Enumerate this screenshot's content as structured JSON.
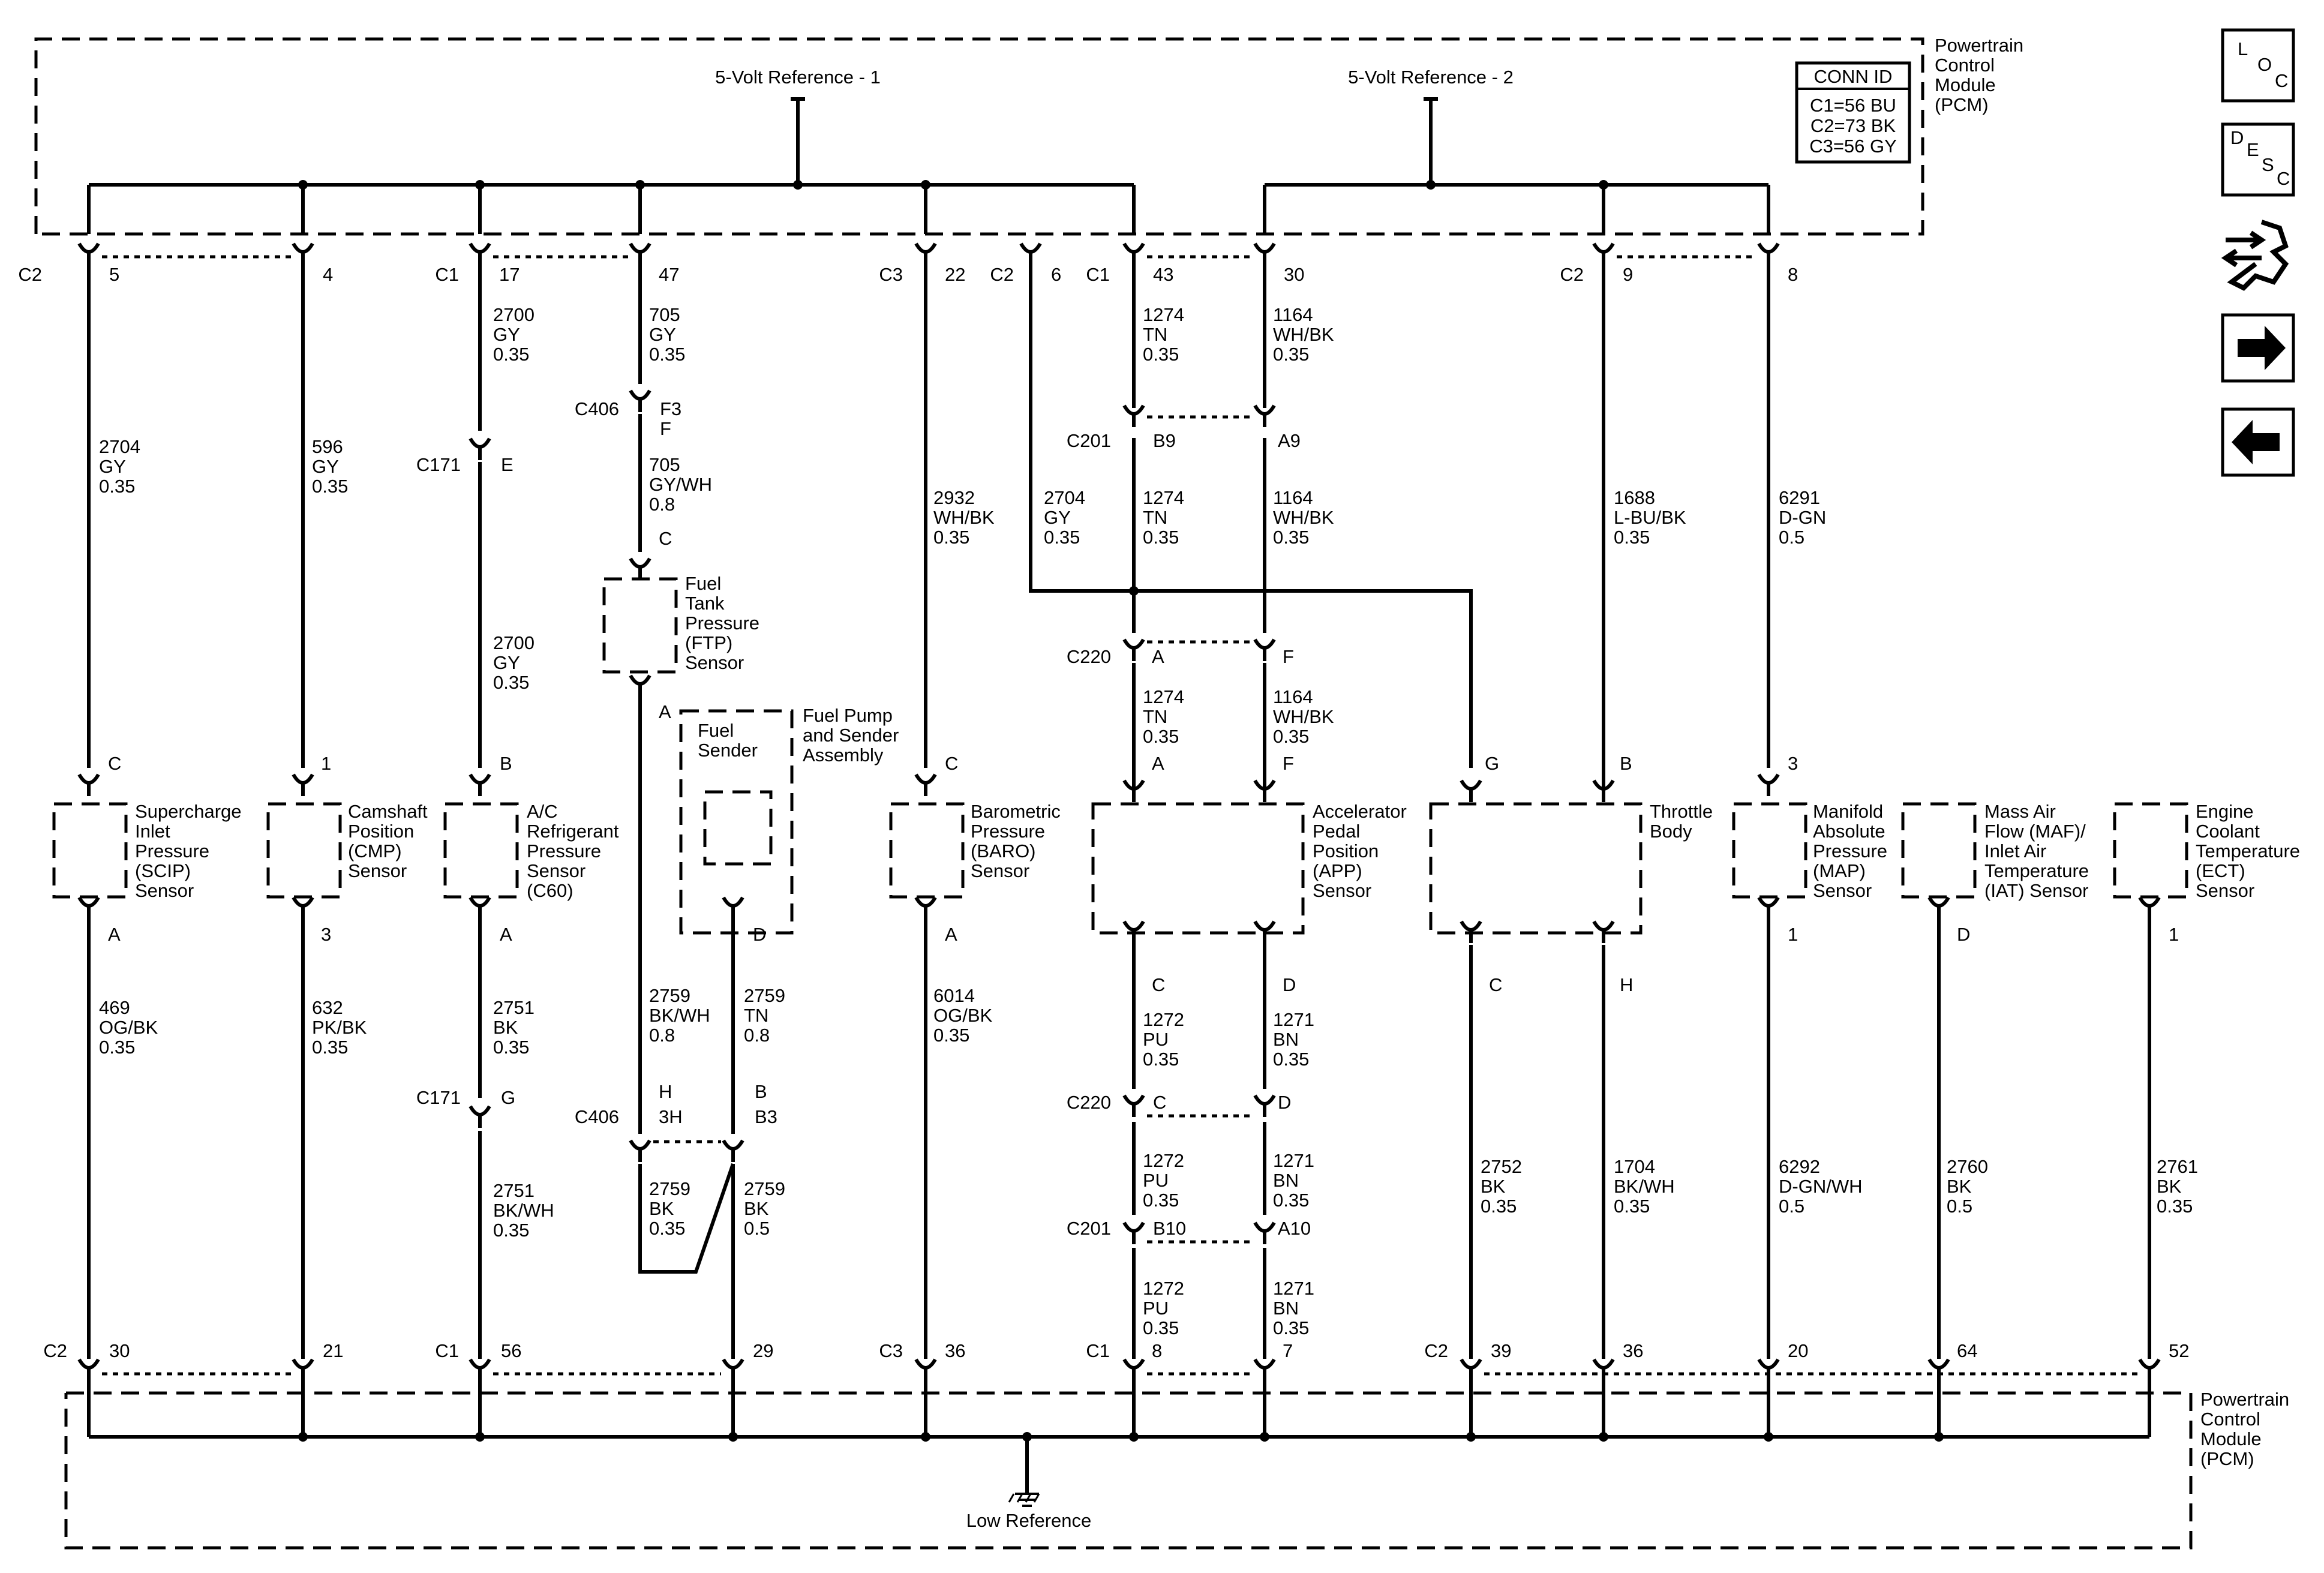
{
  "pcm_top": {
    "l1": "Powertrain",
    "l2": "Control",
    "l3": "Module",
    "l4": "(PCM)"
  },
  "pcm_bot": {
    "l1": "Powertrain",
    "l2": "Control",
    "l3": "Module",
    "l4": "(PCM)"
  },
  "ref1": "5-Volt Reference - 1",
  "ref2": "5-Volt Reference - 2",
  "low_ref": "Low Reference",
  "conn_id": {
    "title": "CONN ID",
    "c1": "C1=56 BU",
    "c2": "C2=73 BK",
    "c3": "C3=56 GY"
  },
  "nav": {
    "loc": {
      "l": "L",
      "o": "O",
      "c": "C"
    },
    "desc": {
      "d": "D",
      "e": "E",
      "s": "S",
      "c": "C"
    }
  },
  "components": {
    "scip": [
      "Supercharge",
      "Inlet",
      "Pressure",
      "(SCIP)",
      "Sensor"
    ],
    "cmp": [
      "Camshaft",
      "Position",
      "(CMP)",
      "Sensor"
    ],
    "ac": [
      "A/C",
      "Refrigerant",
      "Pressure",
      "Sensor",
      "(C60)"
    ],
    "ftp": [
      "Fuel",
      "Tank",
      "Pressure",
      "(FTP)",
      "Sensor"
    ],
    "fuel_pump": [
      "Fuel Pump",
      "and Sender",
      "Assembly"
    ],
    "fuel_sender": [
      "Fuel",
      "Sender"
    ],
    "baro": [
      "Barometric",
      "Pressure",
      "(BARO)",
      "Sensor"
    ],
    "app": [
      "Accelerator",
      "Pedal",
      "Position",
      "(APP)",
      "Sensor"
    ],
    "throttle": [
      "Throttle",
      "Body"
    ],
    "map": [
      "Manifold",
      "Absolute",
      "Pressure",
      "(MAP)",
      "Sensor"
    ],
    "maf": [
      "Mass Air",
      "Flow (MAF)/",
      "Inlet Air",
      "Temperature",
      "(IAT) Sensor"
    ],
    "ect": [
      "Engine",
      "Coolant",
      "Temperature",
      "(ECT)",
      "Sensor"
    ]
  },
  "wires": {
    "w2704a": [
      "2704",
      "GY",
      "0.35"
    ],
    "w596": [
      "596",
      "GY",
      "0.35"
    ],
    "w2700a": [
      "2700",
      "GY",
      "0.35"
    ],
    "w2700b": [
      "2700",
      "GY",
      "0.35"
    ],
    "w705a": [
      "705",
      "GY",
      "0.35"
    ],
    "w705b": [
      "705",
      "GY/WH",
      "0.8"
    ],
    "w2932": [
      "2932",
      "WH/BK",
      "0.35"
    ],
    "w2704b": [
      "2704",
      "GY",
      "0.35"
    ],
    "w1274a": [
      "1274",
      "TN",
      "0.35"
    ],
    "w1274b": [
      "1274",
      "TN",
      "0.35"
    ],
    "w1274c": [
      "1274",
      "TN",
      "0.35"
    ],
    "w1164a": [
      "1164",
      "WH/BK",
      "0.35"
    ],
    "w1164b": [
      "1164",
      "WH/BK",
      "0.35"
    ],
    "w1164c": [
      "1164",
      "WH/BK",
      "0.35"
    ],
    "w1688": [
      "1688",
      "L-BU/BK",
      "0.35"
    ],
    "w6291": [
      "6291",
      "D-GN",
      "0.5"
    ],
    "w469": [
      "469",
      "OG/BK",
      "0.35"
    ],
    "w632": [
      "632",
      "PK/BK",
      "0.35"
    ],
    "w2751a": [
      "2751",
      "BK",
      "0.35"
    ],
    "w2751b": [
      "2751",
      "BK/WH",
      "0.35"
    ],
    "w2759a": [
      "2759",
      "BK/WH",
      "0.8"
    ],
    "w2759b": [
      "2759",
      "TN",
      "0.8"
    ],
    "w2759c": [
      "2759",
      "BK",
      "0.35"
    ],
    "w2759d": [
      "2759",
      "BK",
      "0.5"
    ],
    "w6014": [
      "6014",
      "OG/BK",
      "0.35"
    ],
    "w1272a": [
      "1272",
      "PU",
      "0.35"
    ],
    "w1272b": [
      "1272",
      "PU",
      "0.35"
    ],
    "w1272c": [
      "1272",
      "PU",
      "0.35"
    ],
    "w1271a": [
      "1271",
      "BN",
      "0.35"
    ],
    "w1271b": [
      "1271",
      "BN",
      "0.35"
    ],
    "w1271c": [
      "1271",
      "BN",
      "0.35"
    ],
    "w2752": [
      "2752",
      "BK",
      "0.35"
    ],
    "w1704": [
      "1704",
      "BK/WH",
      "0.35"
    ],
    "w6292": [
      "6292",
      "D-GN/WH",
      "0.5"
    ],
    "w2760": [
      "2760",
      "BK",
      "0.5"
    ],
    "w2761": [
      "2761",
      "BK",
      "0.35"
    ]
  },
  "labels": {
    "c2_t1": "C2",
    "p5": "5",
    "p4": "4",
    "c1_t1": "C1",
    "p17": "17",
    "p47": "47",
    "c3_t": "C3",
    "p22": "22",
    "c2_t2": "C2",
    "p6": "6",
    "c1_t2": "C1",
    "p43": "43",
    "p30t": "30",
    "c2_t3": "C2",
    "p9": "9",
    "p8": "8",
    "c406_1": "C406",
    "f3": "F3",
    "f": "F",
    "c171_1": "C171",
    "e": "E",
    "c201_1": "C201",
    "b9": "B9",
    "a9": "A9",
    "ftp_c": "C",
    "c220_1": "C220",
    "ca": "A",
    "cf": "F",
    "ftp_a": "A",
    "scip_c": "C",
    "cmp_1": "1",
    "ac_b": "B",
    "baro_c": "C",
    "app_a": "A",
    "app_f": "F",
    "tb_g": "G",
    "tb_b": "B",
    "map_3": "3",
    "scip_a": "A",
    "cmp_3": "3",
    "ac_a": "A",
    "fs_d": "D",
    "baro_a": "A",
    "app_c": "C",
    "app_d": "D",
    "tb_c": "C",
    "tb_h": "H",
    "map_1": "1",
    "maf_d": "D",
    "ect_1": "1",
    "c171_2": "C171",
    "g": "G",
    "c406_2": "C406",
    "h": "H",
    "h3": "3H",
    "bb": "B",
    "b3": "B3",
    "c220_2": "C220",
    "c220c": "C",
    "c220d": "D",
    "c201_2": "C201",
    "b10": "B10",
    "a10": "A10",
    "c2_b1": "C2",
    "p30b": "30",
    "p21": "21",
    "c1_b1": "C1",
    "p56": "56",
    "p29": "29",
    "c3_b": "C3",
    "p36a": "36",
    "c1_b2": "C1",
    "p8b": "8",
    "p7": "7",
    "c2_b2": "C2",
    "p39": "39",
    "p36b": "36",
    "p20": "20",
    "p64": "64",
    "p52": "52"
  }
}
